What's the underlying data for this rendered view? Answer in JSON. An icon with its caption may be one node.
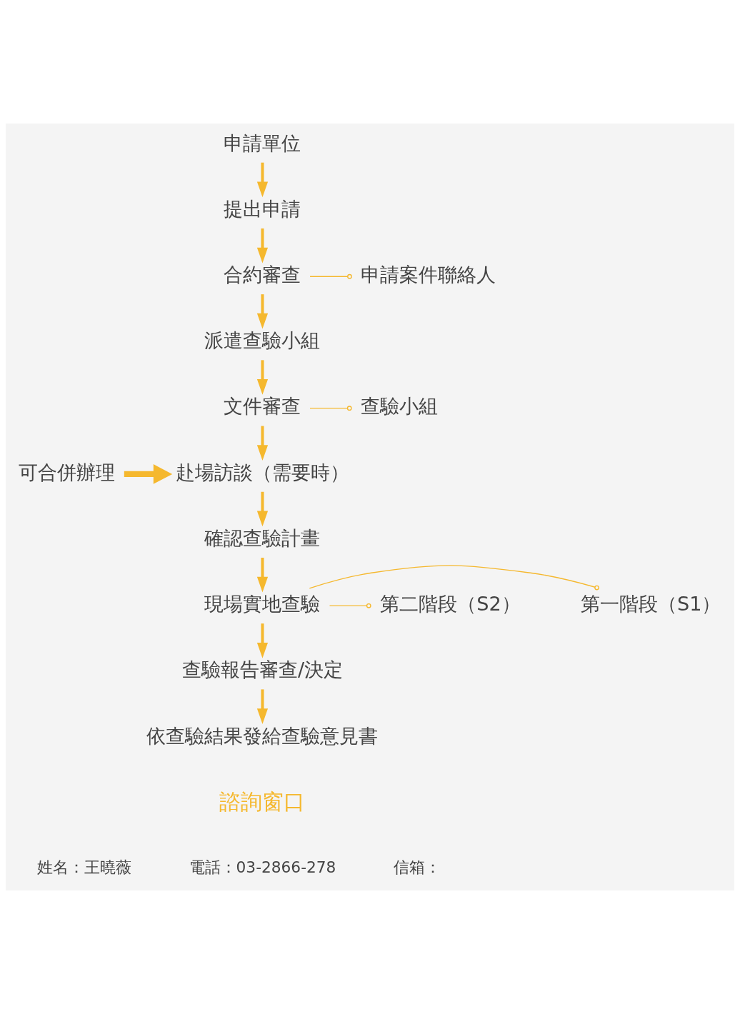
{
  "diagram": {
    "nodes": [
      {
        "text": [
          "申請單位"
        ]
      },
      {
        "text": [
          "提出申請"
        ]
      },
      {
        "text": [
          "合約審查"
        ]
      },
      {
        "text": [
          "申請案件聯絡人"
        ]
      },
      {
        "text": [
          "派遣查驗小組"
        ]
      },
      {
        "text": [
          "文件審查"
        ]
      },
      {
        "text": [
          "查驗小組"
        ]
      },
      {
        "text": [
          "赴場訪談（需要時）"
        ]
      },
      {
        "text": [
          "可合併辦理"
        ]
      },
      {
        "text": [
          "確認查驗計畫"
        ]
      },
      {
        "text": [
          "現場實地查驗"
        ]
      },
      {
        "text": [
          "第一階段（S1）"
        ]
      },
      {
        "text": [
          "第二階段（S2）"
        ]
      },
      {
        "text": [
          "查驗報告審查/決定"
        ]
      },
      {
        "text": [
          "依查驗結果發給查驗意見書"
        ]
      }
    ],
    "edges": [
      {
        "from": 0,
        "to": 1,
        "arrow": "to"
      },
      {
        "from": 1,
        "to": 2,
        "arrow": "to"
      },
      {
        "from": 2,
        "to": 3,
        "arrow": "other"
      },
      {
        "from": 2,
        "to": 4,
        "arrow": "to"
      },
      {
        "from": 4,
        "to": 5,
        "arrow": "to"
      },
      {
        "from": 5,
        "to": 6,
        "arrow": "other"
      },
      {
        "from": 5,
        "to": 7,
        "arrow": "to"
      },
      {
        "from": 8,
        "to": 7,
        "arrow": "to",
        "style": "thick"
      },
      {
        "from": 7,
        "to": 9,
        "arrow": "to"
      },
      {
        "from": 9,
        "to": 10,
        "arrow": "to"
      },
      {
        "from": 10,
        "to": 11,
        "arrow": "other"
      },
      {
        "from": 10,
        "to": 12,
        "arrow": "other"
      },
      {
        "from": 10,
        "to": 13,
        "arrow": "to"
      },
      {
        "from": 13,
        "to": 14,
        "arrow": "to"
      }
    ],
    "labels": [
      "諮詢窗口",
      "姓名：王曉薇",
      "電話：03-2866-278",
      "信箱："
    ]
  }
}
